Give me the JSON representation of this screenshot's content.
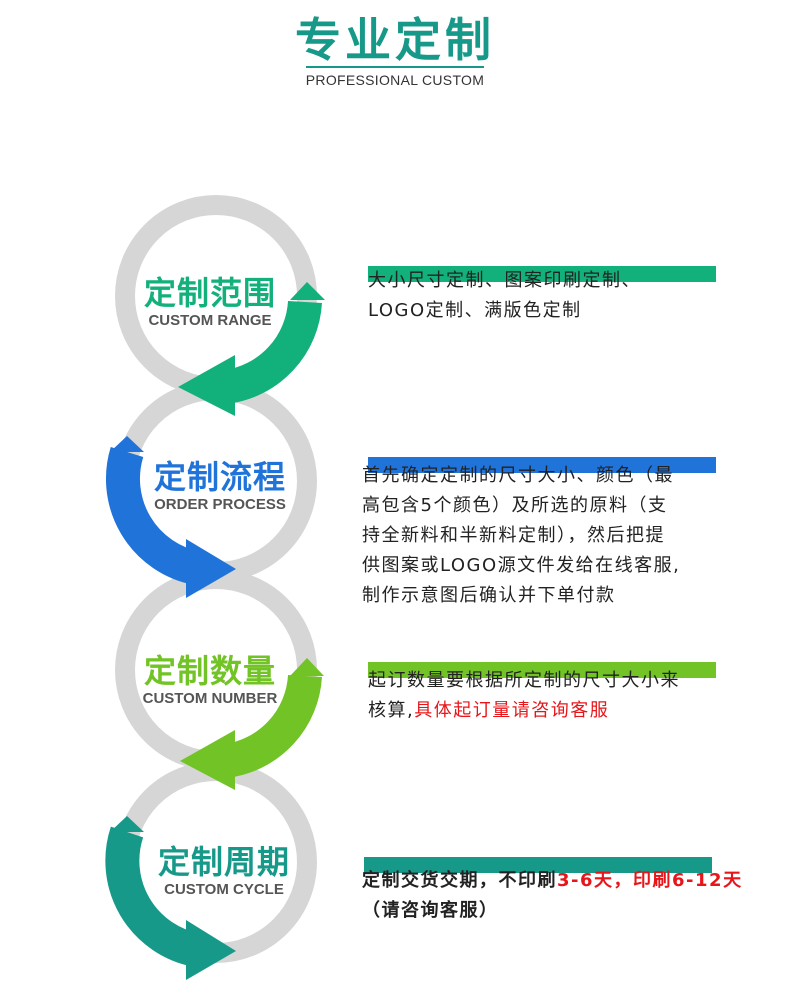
{
  "header": {
    "title": "专业定制",
    "subtitle": "PROFESSIONAL CUSTOM"
  },
  "colors": {
    "ring_gray": "#d6d6d6",
    "green": "#12b07a",
    "blue": "#1f73d9",
    "lime": "#72c325",
    "teal": "#17998a",
    "red_text": "#e6161a"
  },
  "sections": [
    {
      "title": "定制范围",
      "subtitle": "CUSTOM RANGE",
      "lines": [
        "大小尺寸定制、图案印刷定制、",
        "LOGO定制、满版色定制"
      ]
    },
    {
      "title": "定制流程",
      "subtitle": "ORDER PROCESS",
      "lines": [
        "首先确定定制的尺寸大小、颜色（最",
        "高包含5个颜色）及所选的原料（支",
        "持全新料和半新料定制），然后把提",
        "供图案或LOGO源文件发给在线客服,",
        "制作示意图后确认并下单付款"
      ]
    },
    {
      "title": "定制数量",
      "subtitle": "CUSTOM NUMBER",
      "line1": "起订数量要根据所定制的尺寸大小来",
      "line2_prefix": "核算,",
      "line2_highlight": "具体起订量请咨询客服"
    },
    {
      "title": "定制周期",
      "subtitle": "CUSTOM CYCLE",
      "line1_prefix": "定制交货交期，不印刷",
      "line1_highlight": "3-6天，印刷6-12天",
      "line2": "（请咨询客服）"
    }
  ]
}
